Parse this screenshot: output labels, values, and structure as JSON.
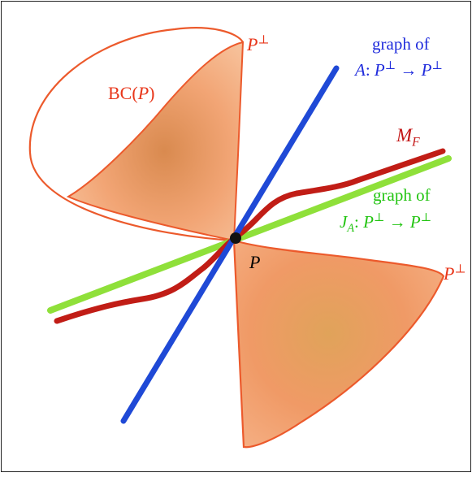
{
  "labels": {
    "p_perp_top": {
      "base": "P",
      "sup": "⊥"
    },
    "bc": {
      "prefix": "BC(",
      "var": "P",
      "suffix": ")"
    },
    "graph_a_line1": "graph of",
    "graph_a_line2": {
      "a": "A",
      "colon": ": ",
      "p1": "P",
      "s1": "⊥",
      "arrow": " → ",
      "p2": "P",
      "s2": "⊥"
    },
    "mf": {
      "base": "M",
      "sub": "F"
    },
    "graph_ja_line1": "graph of",
    "graph_ja_line2": {
      "j": "J",
      "jsub": "A",
      "colon": ": ",
      "p1": "P",
      "s1": "⊥",
      "arrow": " → ",
      "p2": "P",
      "s2": "⊥"
    },
    "point_p": "P",
    "p_perp_right": {
      "base": "P",
      "sup": "⊥"
    }
  },
  "colors": {
    "blue_line": "#1f49d6",
    "green_line": "#8fe03a",
    "red_curve": "#c11d16",
    "cone_fill": "#f0a06e",
    "cone_edge": "#ec5a2c",
    "text_blue": "#1f2bdc",
    "text_red": "#e8361a",
    "text_green": "#22c411"
  }
}
